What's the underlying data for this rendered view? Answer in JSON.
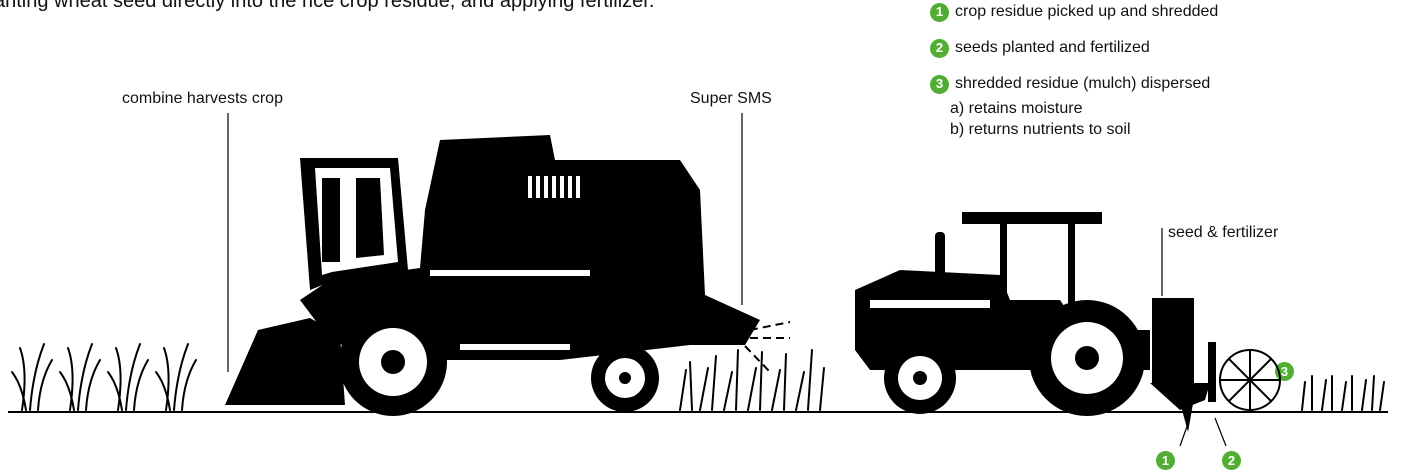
{
  "intro_text": "anting wheat seed directly into the rice crop residue, and applying fertilizer.",
  "labels": {
    "combine": "combine harvests crop",
    "super_sms": "Super SMS",
    "seed_fertilizer": "seed & fertilizer"
  },
  "legend": [
    {
      "num": "1",
      "text": "crop residue picked up and shredded"
    },
    {
      "num": "2",
      "text": "seeds planted and fertilized"
    },
    {
      "num": "3",
      "text": "shredded residue (mulch) dispersed",
      "sub": [
        "a) retains moisture",
        "b) returns nutrients to soil"
      ]
    }
  ],
  "markers": {
    "m1": "1",
    "m2": "2",
    "m3": "3"
  },
  "colors": {
    "accent": "#52ae32",
    "ink": "#000000"
  }
}
